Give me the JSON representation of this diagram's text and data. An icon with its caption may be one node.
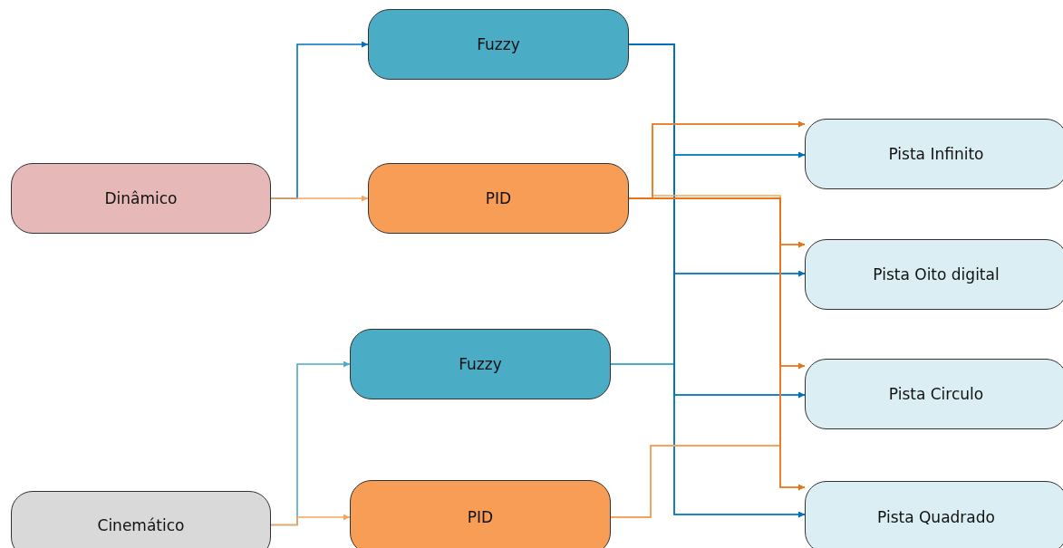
{
  "diagram": {
    "nodes": [
      {
        "text": [
          "Dinâmico"
        ]
      },
      {
        "text": [
          "Fuzzy"
        ]
      },
      {
        "text": [
          "PID"
        ]
      },
      {
        "text": [
          "Cinemático"
        ]
      },
      {
        "text": [
          "Fuzzy"
        ]
      },
      {
        "text": [
          "PID"
        ]
      },
      {
        "text": [
          "Pista Infinito"
        ]
      },
      {
        "text": [
          "Pista Oito digital"
        ]
      },
      {
        "text": [
          "Pista Circulo"
        ]
      },
      {
        "text": [
          "Pista Quadrado"
        ]
      }
    ],
    "edges": [
      {
        "from": 0,
        "to": 1,
        "arrow": "to",
        "color": "#0070c0"
      },
      {
        "from": 0,
        "to": 2,
        "arrow": "to",
        "color": "#f5a55c"
      },
      {
        "from": 3,
        "to": 4,
        "arrow": "to",
        "color": "#4bacc6"
      },
      {
        "from": 3,
        "to": 5,
        "arrow": "to",
        "color": "#f5a55c"
      },
      {
        "from": 4,
        "to": 6,
        "arrow": "to",
        "color": "#4bacc6"
      },
      {
        "from": 4,
        "to": 7,
        "arrow": "to",
        "color": "#4bacc6"
      },
      {
        "from": 4,
        "to": 8,
        "arrow": "to",
        "color": "#4bacc6"
      },
      {
        "from": 4,
        "to": 9,
        "arrow": "to",
        "color": "#4bacc6"
      },
      {
        "from": 1,
        "to": 6,
        "arrow": "to",
        "color": "#0070c0"
      },
      {
        "from": 1,
        "to": 7,
        "arrow": "to",
        "color": "#0070c0"
      },
      {
        "from": 1,
        "to": 8,
        "arrow": "to",
        "color": "#0070c0"
      },
      {
        "from": 1,
        "to": 9,
        "arrow": "to",
        "color": "#0070c0"
      },
      {
        "from": 5,
        "to": 6,
        "arrow": "to",
        "color": "#f5a55c"
      },
      {
        "from": 5,
        "to": 7,
        "arrow": "to",
        "color": "#f5a55c"
      },
      {
        "from": 5,
        "to": 8,
        "arrow": "to",
        "color": "#f5a55c"
      },
      {
        "from": 5,
        "to": 9,
        "arrow": "to",
        "color": "#f5a55c"
      },
      {
        "from": 2,
        "to": 6,
        "arrow": "to",
        "color": "#e8731a"
      },
      {
        "from": 2,
        "to": 7,
        "arrow": "to",
        "color": "#e8731a"
      },
      {
        "from": 2,
        "to": 8,
        "arrow": "to",
        "color": "#e8731a"
      },
      {
        "from": 2,
        "to": 9,
        "arrow": "to",
        "color": "#e8731a"
      }
    ]
  }
}
